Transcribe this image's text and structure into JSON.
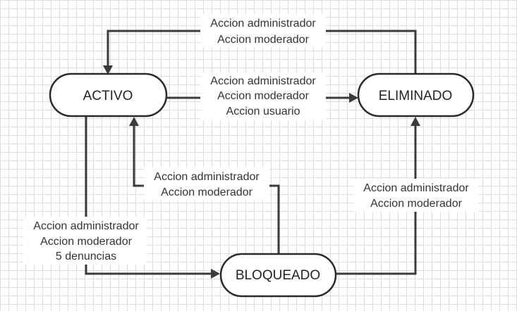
{
  "nodes": {
    "activo": "ACTIVO",
    "eliminado": "ELIMINADO",
    "bloqueado": "BLOQUEADO"
  },
  "edges": {
    "eliminado_to_activo": [
      "Accion administrador",
      "Accion moderador"
    ],
    "activo_to_eliminado": [
      "Accion administrador",
      "Accion moderador",
      "Accion usuario"
    ],
    "bloqueado_to_activo": [
      "Accion administrador",
      "Accion moderador"
    ],
    "bloqueado_to_eliminado": [
      "Accion administrador",
      "Accion moderador"
    ],
    "activo_to_bloqueado": [
      "Accion administrador",
      "Accion moderador",
      "5 denuncias"
    ]
  },
  "colors": {
    "line": "#3b3b3b",
    "node_border": "#2a2a2a",
    "grid": "#dcdcdc",
    "text": "#333333"
  }
}
